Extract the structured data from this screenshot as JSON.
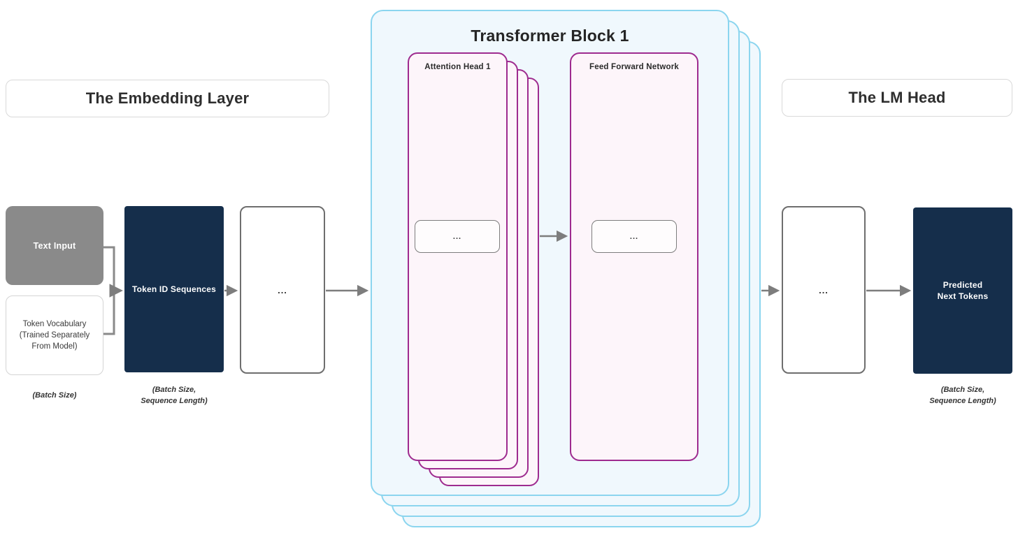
{
  "colors": {
    "navy": "#152e4b",
    "gray_fill": "#8a8a8a",
    "magenta_border": "#9e2b8f",
    "pink_fill": "#fdf5fa",
    "blue_border": "#8bd5ef",
    "blue_fill": "#f0f8fd",
    "arrow_gray": "#7d7d7d"
  },
  "glyphs": {
    "ellipsis": "..."
  },
  "embedding": {
    "header": "The Embedding Layer",
    "text_input": "Text Input",
    "token_vocab_lines": [
      "Token Vocabulary",
      "(Trained Separately",
      "From Model)"
    ],
    "batch_size_label": "(Batch Size)",
    "token_ids": "Token ID Sequences",
    "shape_label_line1": "(Batch Size,",
    "shape_label_line2": "Sequence Length)"
  },
  "transformer": {
    "title": "Transformer Block 1",
    "attention_title": "Attention Head 1",
    "ffn_title": "Feed Forward Network"
  },
  "lm_head": {
    "header": "The LM Head",
    "predicted_line1": "Predicted",
    "predicted_line2": "Next Tokens",
    "shape_label_line1": "(Batch Size,",
    "shape_label_line2": "Sequence Length)"
  }
}
